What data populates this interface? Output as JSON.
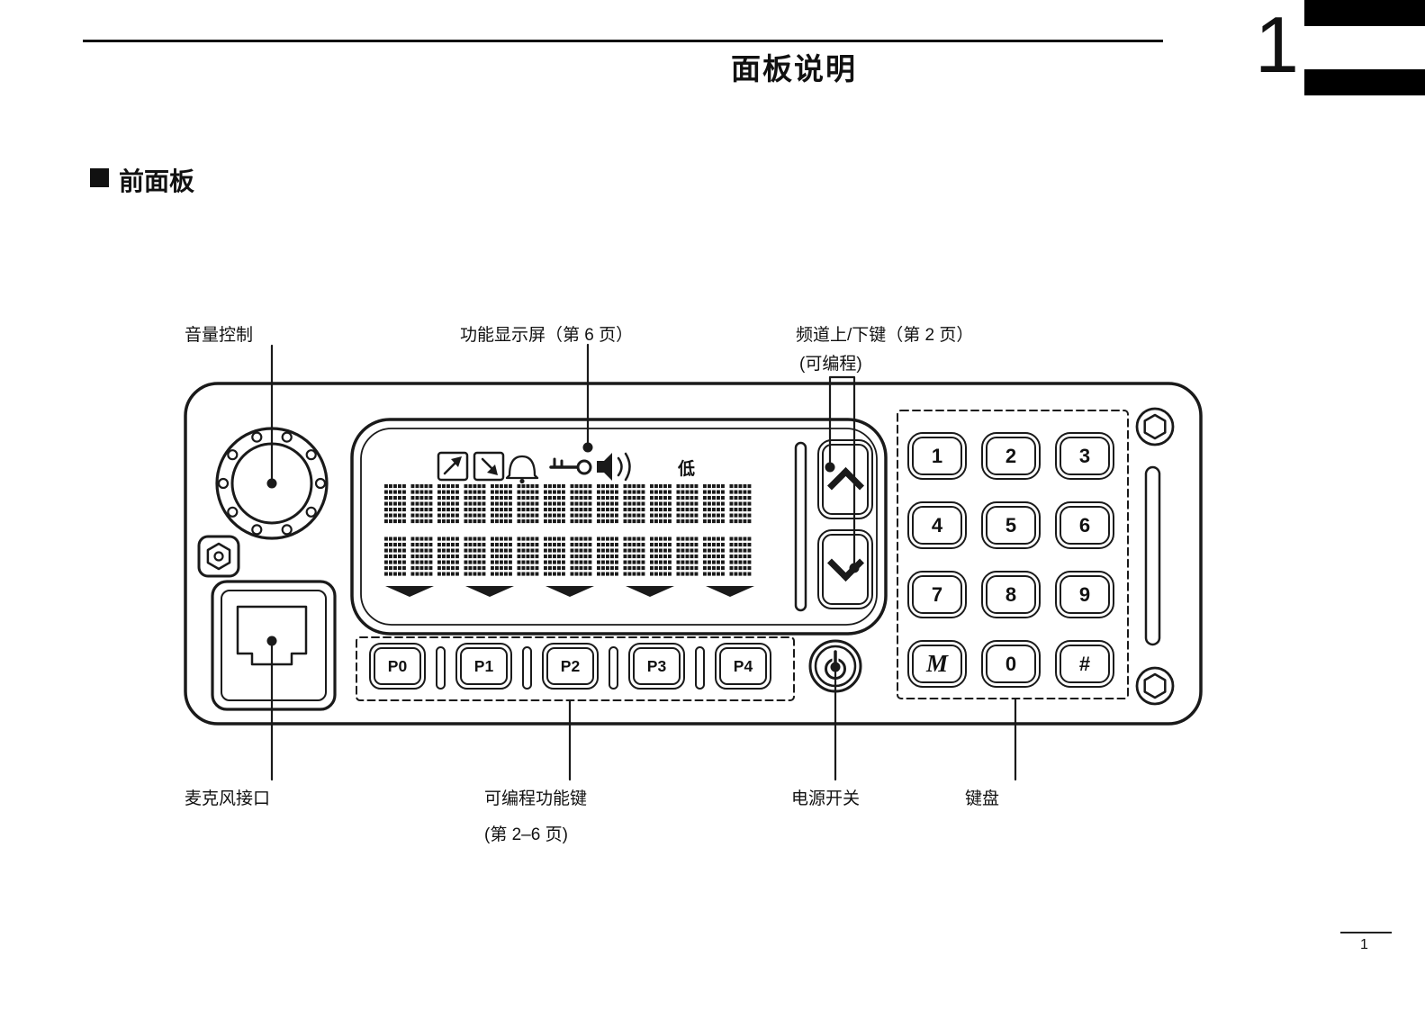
{
  "header": {
    "title": "面板说明",
    "chapter_number": "1"
  },
  "section": {
    "title": "前面板"
  },
  "callouts": {
    "volume": "音量控制",
    "display": "功能显示屏（第 6 页）",
    "channel_keys": "频道上/下键（第 2 页）",
    "channel_keys_note": "(可编程)",
    "microphone": "麦克风接口",
    "program_keys": "可编程功能键",
    "program_keys_note": "(第 2–6 页)",
    "power": "电源开关",
    "keypad": "键盘"
  },
  "radio": {
    "display_power_text": "低",
    "display_icons": [
      "arrow-up-right-icon",
      "arrow-down-right-icon",
      "bell-icon",
      "key-icon",
      "speaker-icon"
    ],
    "updown_icons": [
      "chevron-up-icon",
      "chevron-down-icon"
    ],
    "power_icon": "power-icon",
    "function_keys": [
      "P0",
      "P1",
      "P2",
      "P3",
      "P4"
    ],
    "keypad_keys": [
      "1",
      "2",
      "3",
      "4",
      "5",
      "6",
      "7",
      "8",
      "9",
      "M",
      "0",
      "#"
    ]
  },
  "footer": {
    "page_number": "1"
  }
}
